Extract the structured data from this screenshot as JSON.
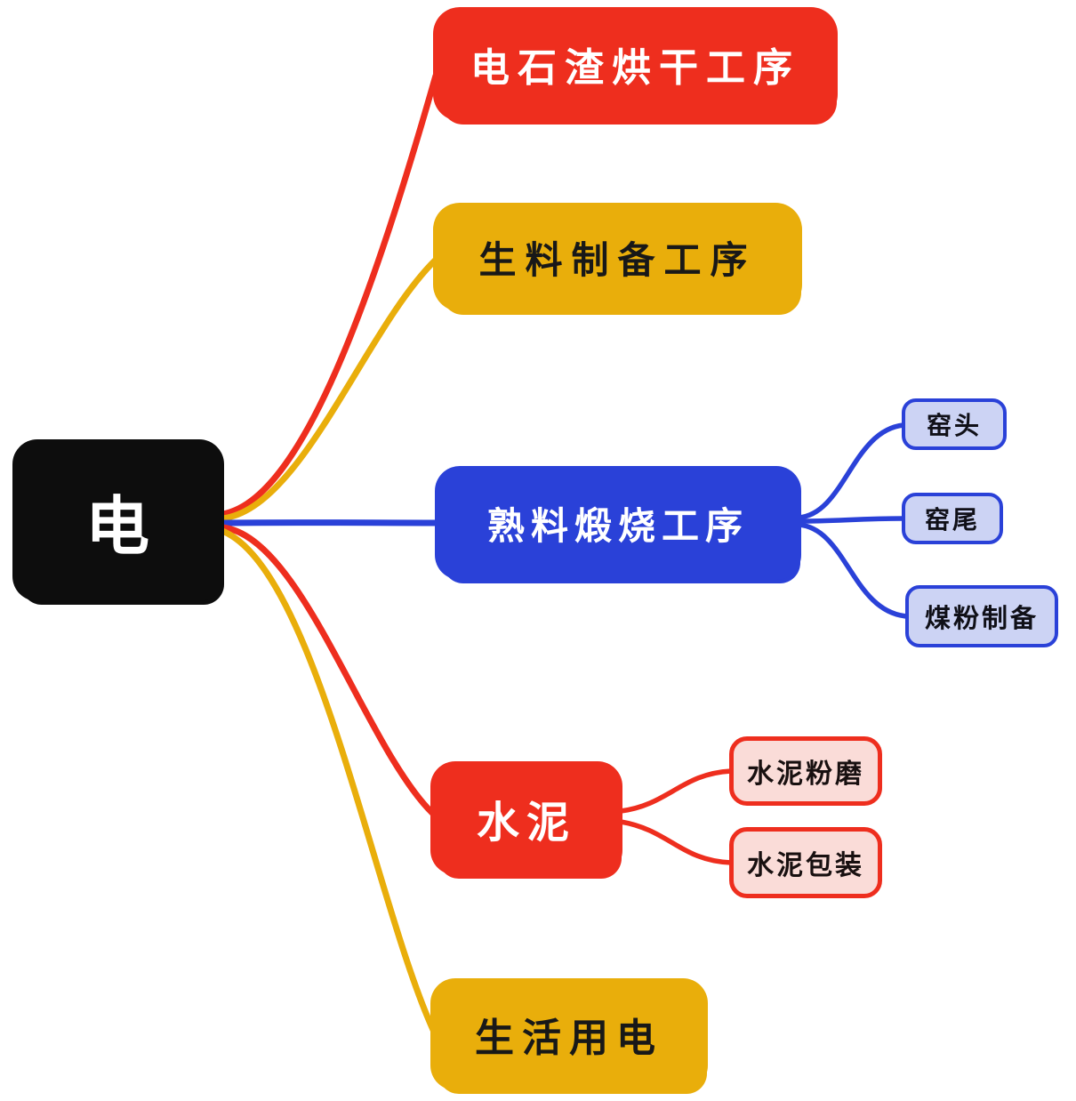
{
  "diagram": {
    "root": {
      "label": "电"
    },
    "branches": [
      {
        "label": "电石渣烘干工序",
        "color": "#ee2e1e",
        "text_color": "#ffffff",
        "children": []
      },
      {
        "label": "生料制备工序",
        "color": "#e9ae0b",
        "text_color": "#181818",
        "children": []
      },
      {
        "label": "熟料煅烧工序",
        "color": "#2a41d8",
        "text_color": "#ffffff",
        "children": [
          {
            "label": "窑头"
          },
          {
            "label": "窑尾"
          },
          {
            "label": "煤粉制备"
          }
        ]
      },
      {
        "label": "水泥",
        "color": "#ee2e1e",
        "text_color": "#ffffff",
        "children": [
          {
            "label": "水泥粉磨"
          },
          {
            "label": "水泥包装"
          }
        ]
      },
      {
        "label": "生活用电",
        "color": "#e9ae0b",
        "text_color": "#181818",
        "children": []
      }
    ],
    "colors": {
      "red": "#ee2e1e",
      "yellow": "#e9ae0b",
      "blue": "#2a41d8",
      "blue_leaf_fill": "#ccd3f4",
      "red_leaf_fill": "#fadcd8",
      "root_fill": "#0d0d0d",
      "background": "#ffffff"
    }
  }
}
